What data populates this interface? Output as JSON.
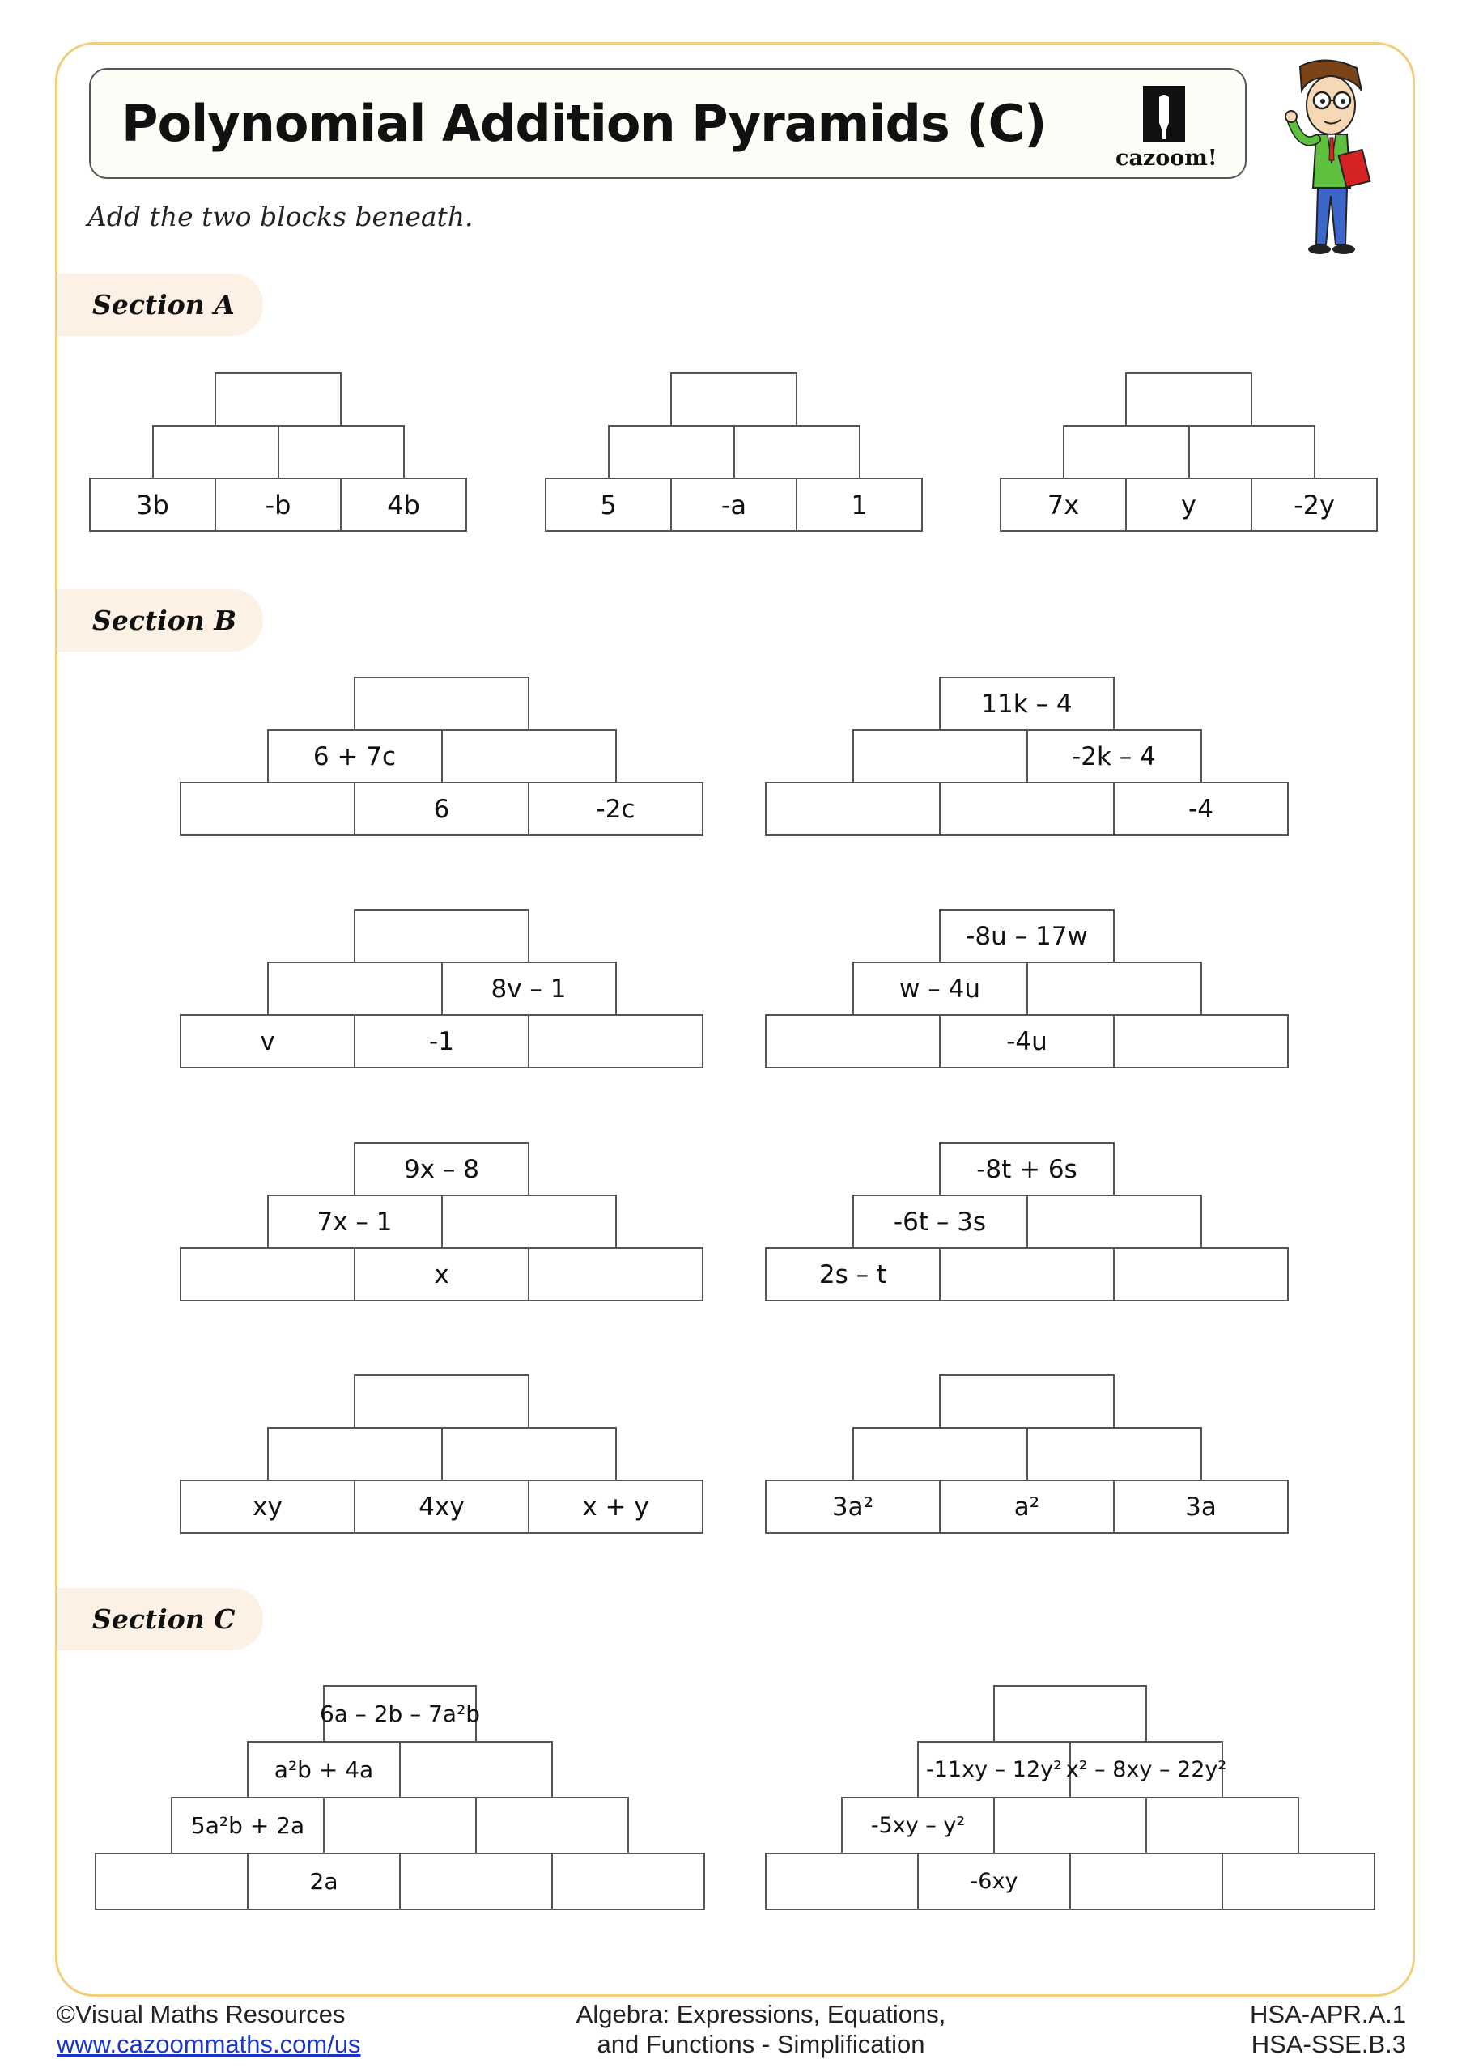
{
  "title": "Polynomial Addition Pyramids (C)",
  "logo_text": "cazoom!",
  "instruction": "Add the two blocks beneath.",
  "sections": {
    "a": "Section A",
    "b": "Section B",
    "c": "Section C"
  },
  "pyramids": {
    "a1": [
      [
        "3b",
        "-b",
        "4b"
      ],
      [
        "",
        ""
      ],
      [
        ""
      ]
    ],
    "a2": [
      [
        "5",
        "-a",
        "1"
      ],
      [
        "",
        ""
      ],
      [
        ""
      ]
    ],
    "a3": [
      [
        "7x",
        "y",
        "-2y"
      ],
      [
        "",
        ""
      ],
      [
        ""
      ]
    ],
    "b1": [
      [
        "",
        "6",
        "-2c"
      ],
      [
        "6 + 7c",
        ""
      ],
      [
        ""
      ]
    ],
    "b2": [
      [
        "",
        "",
        "-4"
      ],
      [
        "",
        "-2k – 4"
      ],
      [
        "11k – 4"
      ]
    ],
    "b3": [
      [
        "v",
        "-1",
        ""
      ],
      [
        "",
        "8v – 1"
      ],
      [
        ""
      ]
    ],
    "b4": [
      [
        "",
        "-4u",
        ""
      ],
      [
        "w – 4u",
        ""
      ],
      [
        "-8u – 17w"
      ]
    ],
    "b5": [
      [
        "",
        "x",
        ""
      ],
      [
        "7x – 1",
        ""
      ],
      [
        "9x – 8"
      ]
    ],
    "b6": [
      [
        "2s – t",
        "",
        ""
      ],
      [
        "-6t – 3s",
        ""
      ],
      [
        "-8t + 6s"
      ]
    ],
    "b7": [
      [
        "xy",
        "4xy",
        "x + y"
      ],
      [
        "",
        ""
      ],
      [
        ""
      ]
    ],
    "b8": [
      [
        "3a²",
        "a²",
        "3a"
      ],
      [
        "",
        ""
      ],
      [
        ""
      ]
    ],
    "c1": [
      [
        "",
        "2a",
        "",
        ""
      ],
      [
        "5a²b + 2a",
        "",
        ""
      ],
      [
        "a²b + 4a",
        ""
      ],
      [
        "6a – 2b – 7a²b"
      ]
    ],
    "c2": [
      [
        "",
        "-6xy",
        "",
        ""
      ],
      [
        "-5xy – y²",
        "",
        ""
      ],
      [
        "-11xy – 12y²",
        "x² – 8xy – 22y²"
      ],
      [
        ""
      ]
    ]
  },
  "footer": {
    "copyright": "©Visual Maths Resources",
    "url": "www.cazoommaths.com/us",
    "topic_line1": "Algebra: Expressions, Equations,",
    "topic_line2": "and Functions - Simplification",
    "standard1": "HSA-APR.A.1",
    "standard2": "HSA-SSE.B.3"
  }
}
